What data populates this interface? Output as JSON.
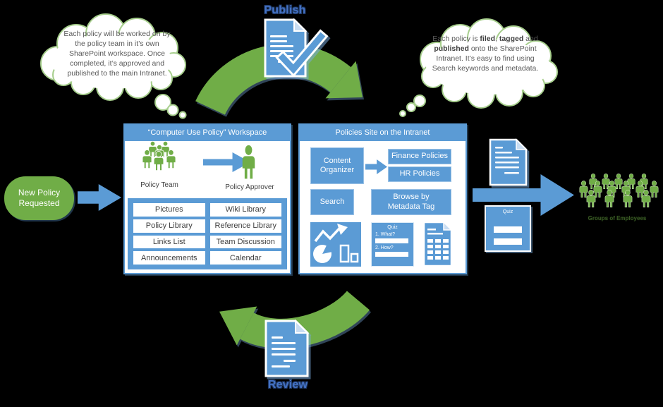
{
  "colors": {
    "blue": "#5B9BD5",
    "green": "#70AD47",
    "cloud_outline": "#A6CE8C",
    "wordart_blue": "#4472C4",
    "body_text": "#595959",
    "crowd_label_green": "#375623"
  },
  "icons": {
    "publish_document": "document-check-icon",
    "review_document": "document-icon",
    "policy_team": "people-group-icon",
    "policy_approver": "person-icon",
    "analytics": "charts-icon",
    "spreadsheet": "spreadsheet-document-icon",
    "published_document": "document-icon",
    "quiz_document": "quiz-form-icon",
    "employees": "crowd-icon"
  },
  "cycle": {
    "publish": "Publish",
    "review": "Review"
  },
  "thought_left": {
    "text": "Each policy will be worked on by the policy team in it’s own SharePoint workspace. Once completed, it’s approved and published to the main Intranet."
  },
  "thought_right": {
    "p1": "Each policy is ",
    "b1": "filed",
    "p2": ", ",
    "b2": "tagged",
    "p3": " and ",
    "b3": "published",
    "p4": " onto the SharePoint Intranet. It’s easy to find using Search keywords and metadata."
  },
  "start": {
    "label": "New Policy Requested"
  },
  "workspace": {
    "title": "“Computer Use Policy” Workspace",
    "team_label": "Policy Team",
    "approver_label": "Policy Approver",
    "tiles": [
      "Pictures",
      "Wiki Library",
      "Policy Library",
      "Reference Library",
      "Links List",
      "Team Discussion",
      "Announcements",
      "Calendar"
    ]
  },
  "intranet": {
    "title": "Policies Site on the Intranet",
    "content_organizer": "Content Organizer",
    "finance_policies": "Finance Policies",
    "hr_policies": "HR Policies",
    "search": "Search",
    "browse": "Browse by Metadata Tag",
    "quiz": {
      "title": "Quiz",
      "q1": "1. What?",
      "q2": "2. How?"
    }
  },
  "outputs": {
    "quiz_title": "Quiz"
  },
  "audience": {
    "label": "Groups of Employees"
  }
}
